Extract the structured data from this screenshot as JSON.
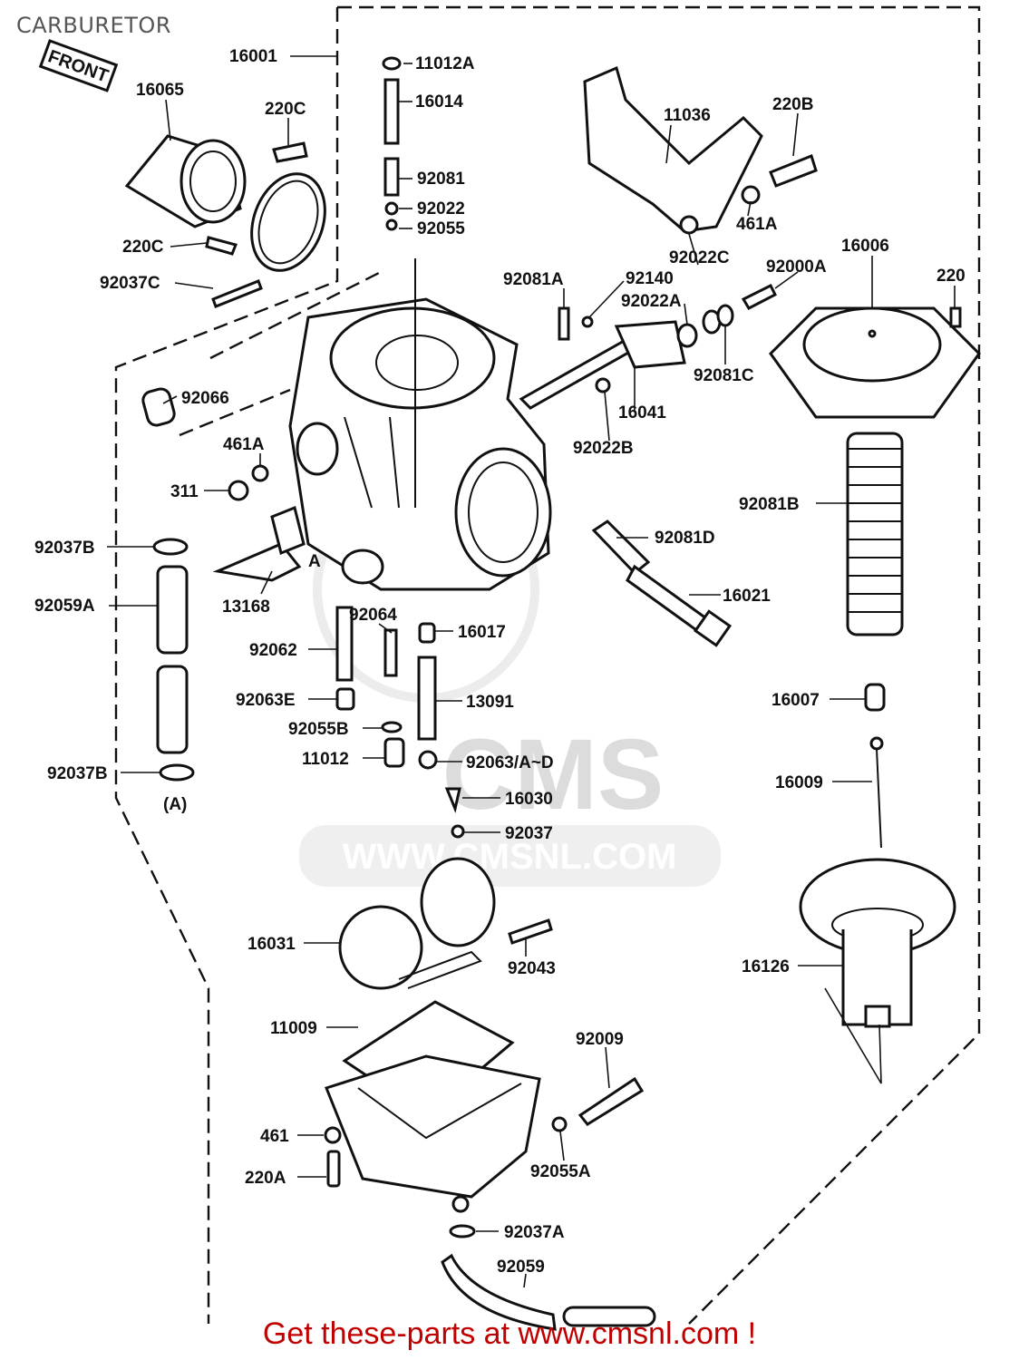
{
  "page": {
    "title": "CARBURETOR"
  },
  "footer": {
    "text": "Get these-parts at www.cmsnl.com !"
  },
  "watermark": {
    "logo_text": "CMS",
    "url_text": "WWW.CMSNL.COM"
  },
  "front_marker": "FRONT",
  "part_labels": [
    {
      "id": "l1",
      "text": "16001"
    },
    {
      "id": "l2",
      "text": "11012A"
    },
    {
      "id": "l3",
      "text": "16014"
    },
    {
      "id": "l4",
      "text": "16065"
    },
    {
      "id": "l5",
      "text": "220C"
    },
    {
      "id": "l6",
      "text": "92081"
    },
    {
      "id": "l7",
      "text": "92022"
    },
    {
      "id": "l8",
      "text": "92055"
    },
    {
      "id": "l9",
      "text": "220C"
    },
    {
      "id": "l10",
      "text": "92037C"
    },
    {
      "id": "l11",
      "text": "11036"
    },
    {
      "id": "l12",
      "text": "220B"
    },
    {
      "id": "l13",
      "text": "461A"
    },
    {
      "id": "l14",
      "text": "92022C"
    },
    {
      "id": "l15",
      "text": "92000A"
    },
    {
      "id": "l16",
      "text": "16006"
    },
    {
      "id": "l17",
      "text": "220"
    },
    {
      "id": "l18",
      "text": "92081A"
    },
    {
      "id": "l19",
      "text": "92140"
    },
    {
      "id": "l20",
      "text": "92022A"
    },
    {
      "id": "l21",
      "text": "92081C"
    },
    {
      "id": "l22",
      "text": "16041"
    },
    {
      "id": "l23",
      "text": "92022B"
    },
    {
      "id": "l24",
      "text": "92066"
    },
    {
      "id": "l25",
      "text": "461A"
    },
    {
      "id": "l26",
      "text": "311"
    },
    {
      "id": "l27",
      "text": "92081B"
    },
    {
      "id": "l28",
      "text": "92037B"
    },
    {
      "id": "l29",
      "text": "92059A"
    },
    {
      "id": "l30",
      "text": "13168"
    },
    {
      "id": "l31",
      "text": "92081D"
    },
    {
      "id": "l32",
      "text": "16021"
    },
    {
      "id": "l33",
      "text": "92064"
    },
    {
      "id": "l34",
      "text": "16017"
    },
    {
      "id": "l35",
      "text": "92062"
    },
    {
      "id": "l36",
      "text": "92063E"
    },
    {
      "id": "l37",
      "text": "13091"
    },
    {
      "id": "l38",
      "text": "16007"
    },
    {
      "id": "l39",
      "text": "92055B"
    },
    {
      "id": "l40",
      "text": "11012"
    },
    {
      "id": "l41",
      "text": "92063/A~D"
    },
    {
      "id": "l42",
      "text": "92037B"
    },
    {
      "id": "l43",
      "text": "16009"
    },
    {
      "id": "l44",
      "text": "16030"
    },
    {
      "id": "l45",
      "text": "92037"
    },
    {
      "id": "l46",
      "text": "16031"
    },
    {
      "id": "l47",
      "text": "92043"
    },
    {
      "id": "l48",
      "text": "16126"
    },
    {
      "id": "l49",
      "text": "11009"
    },
    {
      "id": "l50",
      "text": "92009"
    },
    {
      "id": "l51",
      "text": "461"
    },
    {
      "id": "l52",
      "text": "220A"
    },
    {
      "id": "l53",
      "text": "92055A"
    },
    {
      "id": "l54",
      "text": "92037A"
    },
    {
      "id": "l55",
      "text": "92059"
    }
  ],
  "reference_marks": [
    {
      "id": "r1",
      "text": "A"
    },
    {
      "id": "r2",
      "text": "(A)"
    }
  ]
}
